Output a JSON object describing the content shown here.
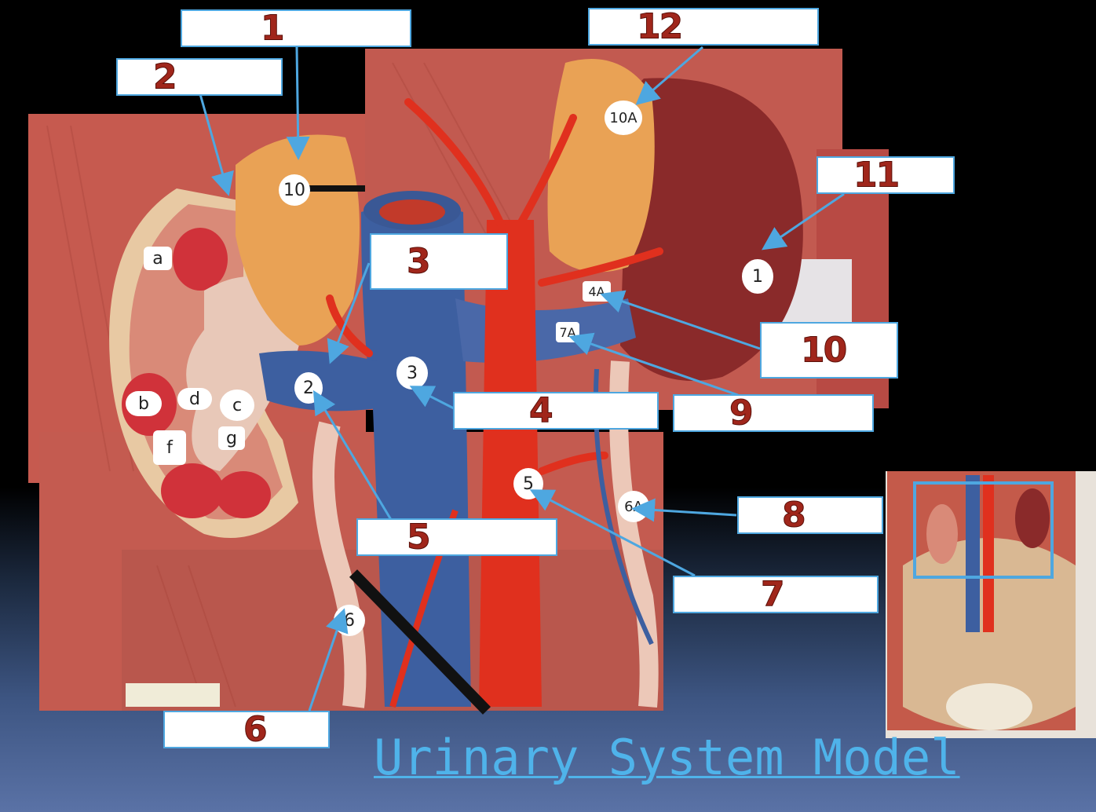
{
  "title": "Urinary System Model",
  "labels": {
    "l1": "1",
    "l2": "2",
    "l3": "3",
    "l4": "4",
    "l5": "5",
    "l6": "6",
    "l7": "7",
    "l8": "8",
    "l9": "9",
    "l10": "10",
    "l11": "11",
    "l12": "12"
  },
  "tags": {
    "t10": "10",
    "t10a": "10A",
    "t1": "1",
    "t3": "3",
    "t2": "2",
    "t4a": "4A",
    "t5": "5",
    "t6a": "6A",
    "t6": "6",
    "tb": "b",
    "td": "d",
    "tc": "c",
    "tg": "g",
    "ta": "a",
    "tf": "f",
    "t7a": "7A"
  },
  "colors": {
    "muscle": "#c8564c",
    "vein": "#3d5fa0",
    "artery": "#e0301e",
    "adrenal": "#e9a255",
    "kidney": "#8e2a2a",
    "accent": "#4ea7e0",
    "number": "#a0261b"
  }
}
